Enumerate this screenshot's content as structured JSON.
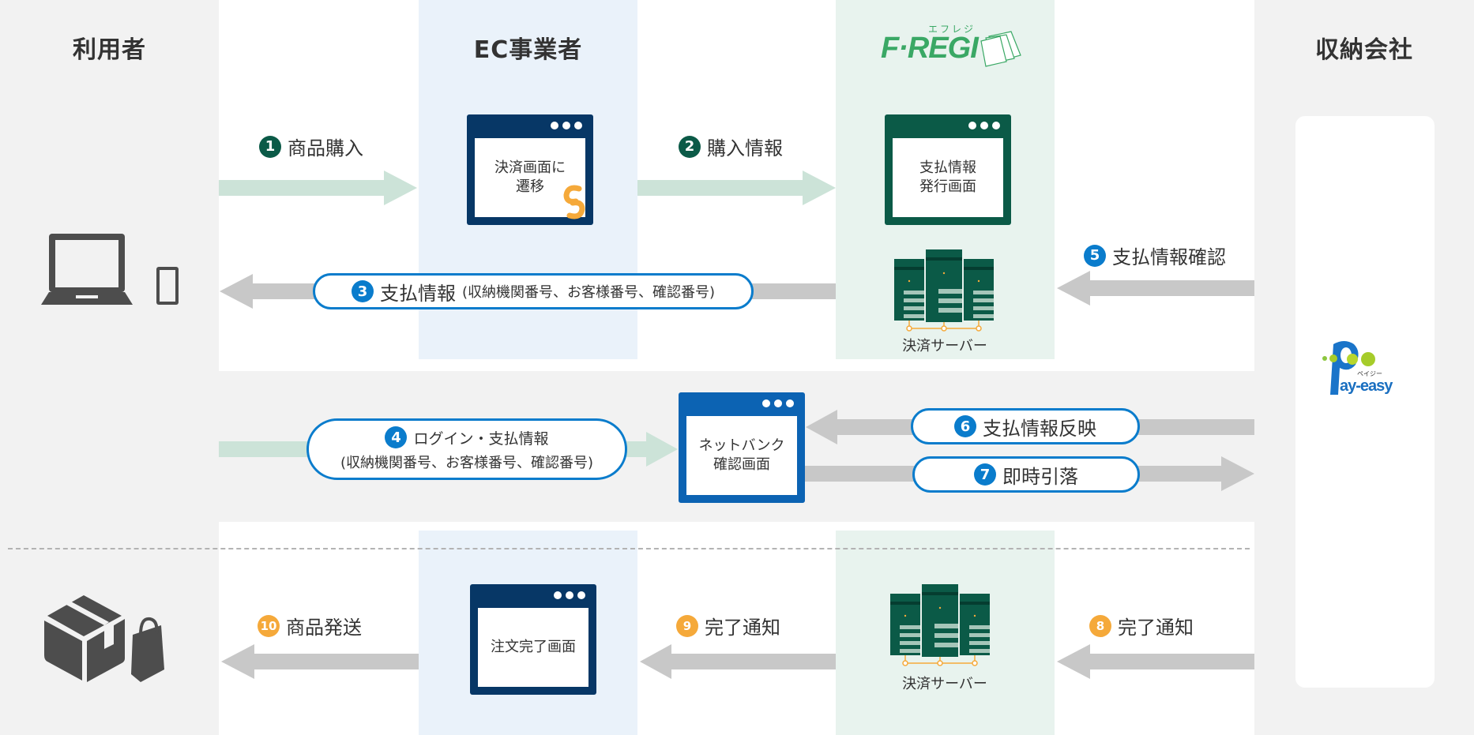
{
  "columns": {
    "user": "利用者",
    "ec": "EC事業者",
    "fregi": {
      "logo_text": "F·REGI",
      "logo_kana": "エフレジ"
    },
    "collector": "収納会社"
  },
  "screens": {
    "ec_checkout": "決済画面に\n遷移",
    "fregi_issue": "支払情報\n発行画面",
    "netbank": "ネットバンク\n確認画面",
    "order_done": "注文完了画面"
  },
  "servers": {
    "caption_top": "決済サーバー",
    "caption_bottom": "決済サーバー"
  },
  "steps": [
    {
      "num": "1",
      "label": "商品購入",
      "color": "#0b5a47"
    },
    {
      "num": "2",
      "label": "購入情報",
      "color": "#0b5a47"
    },
    {
      "num": "3",
      "label": "支払情報",
      "sub": "(収納機関番号、お客様番号、確認番号)",
      "color": "#0a7ccc"
    },
    {
      "num": "4",
      "label": "ログイン・支払情報",
      "sub": "(収納機関番号、お客様番号、確認番号)",
      "color": "#0a7ccc"
    },
    {
      "num": "5",
      "label": "支払情報確認",
      "color": "#0a7ccc"
    },
    {
      "num": "6",
      "label": "支払情報反映",
      "color": "#0a7ccc"
    },
    {
      "num": "7",
      "label": "即時引落",
      "color": "#0a7ccc"
    },
    {
      "num": "8",
      "label": "完了通知",
      "color": "#f5a93a"
    },
    {
      "num": "9",
      "label": "完了通知",
      "color": "#f5a93a"
    },
    {
      "num": "10",
      "label": "商品発送",
      "color": "#f5a93a"
    }
  ],
  "payeasy": {
    "logo_text": "ay-easy",
    "logo_kana": "ペイジー"
  },
  "colors": {
    "green_arrow": "#cce3d8",
    "gray_arrow": "#c8c8c8",
    "navy": "#073766",
    "fregi_green": "#0b5a47",
    "accent_blue": "#0a7ccc",
    "accent_orange": "#f5a93a"
  }
}
